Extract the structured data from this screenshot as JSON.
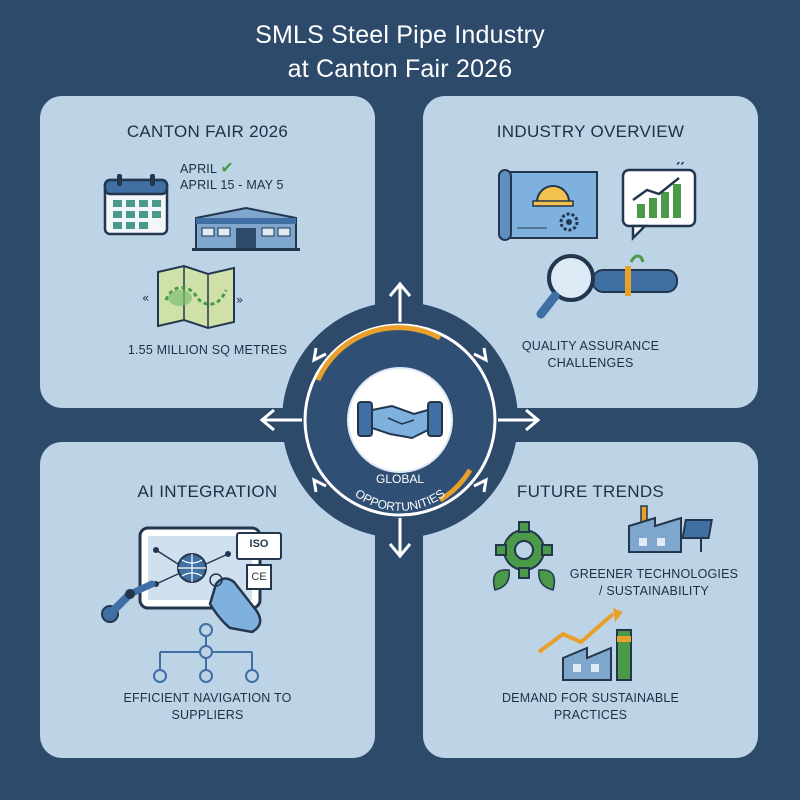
{
  "header": {
    "title_line1": "SMLS Steel Pipe Industry",
    "title_line2": "at Canton Fair 2026"
  },
  "panels": {
    "canton_fair": {
      "title": "CANTON FAIR 2026",
      "date_line1": "APRIL",
      "date_line2": "APRIL 15 - MAY 5",
      "area": "1.55 MILLION SQ METRES"
    },
    "industry_overview": {
      "title": "INDUSTRY OVERVIEW",
      "caption_line1": "QUALITY ASSURANCE",
      "caption_line2": "CHALLENGES"
    },
    "ai_integration": {
      "title": "AI INTEGRATION",
      "caption_line1": "EFFICIENT NAVIGATION TO",
      "caption_line2": "SUPPLIERS",
      "badge_iso": "ISO",
      "badge_ce": "CE"
    },
    "future_trends": {
      "title": "FUTURE TRENDS",
      "caption1_line1": "GREENER TECHNOLOGIES",
      "caption1_line2": "/ SUSTAINABILITY",
      "caption2_line1": "DEMAND FOR SUSTAINABLE",
      "caption2_line2": "PRACTICES"
    }
  },
  "hub": {
    "label_line1": "GLOBAL",
    "label_line2": "OPPORTUNITIES"
  },
  "colors": {
    "background": "#2d4a6b",
    "panel": "#bcd4e6",
    "accent_orange": "#e8a02a",
    "accent_green": "#4a9a4a",
    "icon_blue": "#3f6fa3"
  },
  "icons": [
    "calendar-icon",
    "exhibition-hall-icon",
    "map-icon",
    "blueprint-icon",
    "chart-bubble-icon",
    "magnifier-pipe-icon",
    "handshake-icon",
    "tablet-hand-icon",
    "robot-arm-icon",
    "network-icon",
    "gear-leaf-icon",
    "solar-factory-icon",
    "growth-factory-icon"
  ]
}
